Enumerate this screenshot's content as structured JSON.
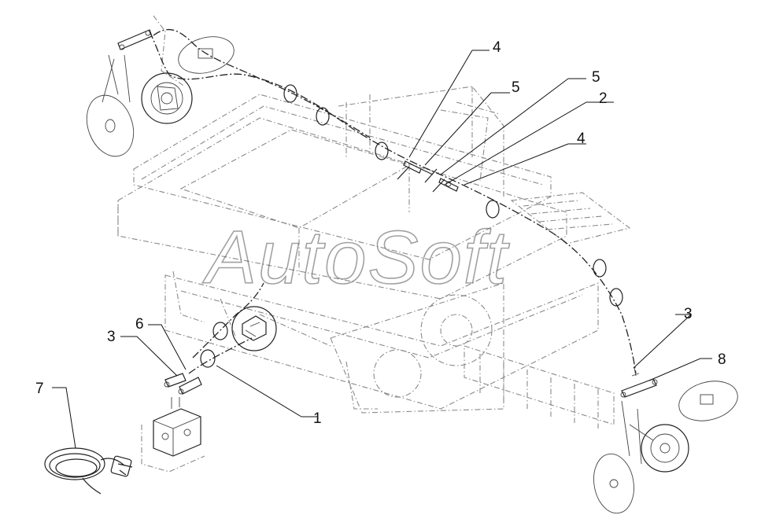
{
  "watermark": "AutoSoft",
  "callouts": [
    {
      "id": "c1",
      "label": "1"
    },
    {
      "id": "c2",
      "label": "2"
    },
    {
      "id": "c3a",
      "label": "3"
    },
    {
      "id": "c3b",
      "label": "3"
    },
    {
      "id": "c4a",
      "label": "4"
    },
    {
      "id": "c4b",
      "label": "4"
    },
    {
      "id": "c5a",
      "label": "5"
    },
    {
      "id": "c5b",
      "label": "5"
    },
    {
      "id": "c6",
      "label": "6"
    },
    {
      "id": "c7",
      "label": "7"
    },
    {
      "id": "c8",
      "label": "8"
    }
  ]
}
